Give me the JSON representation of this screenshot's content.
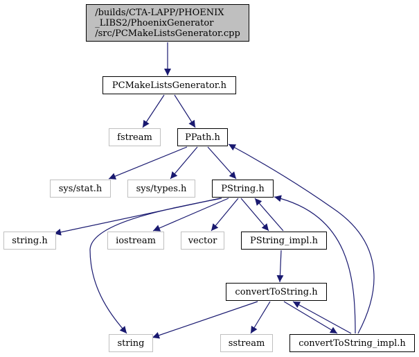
{
  "colors": {
    "edge": "#191970",
    "root_fill": "#bfbfbf",
    "node_border": "#000000",
    "external_border": "#bfbfbf",
    "background": "#ffffff"
  },
  "root": {
    "lines": [
      "/builds/CTA-LAPP/PHOENIX",
      "_LIBS2/PhoenixGenerator",
      "/src/PCMakeListsGenerator.cpp"
    ]
  },
  "nodes": {
    "pcmakelists_h": "PCMakeListsGenerator.h",
    "fstream": "fstream",
    "ppath_h": "PPath.h",
    "sys_stat_h": "sys/stat.h",
    "sys_types_h": "sys/types.h",
    "pstring_h": "PString.h",
    "string_h": "string.h",
    "iostream": "iostream",
    "vector": "vector",
    "pstring_impl_h": "PString_impl.h",
    "converttostring_h": "convertToString.h",
    "string": "string",
    "sstream": "sstream",
    "converttostring_impl_h": "convertToString_impl.h"
  }
}
